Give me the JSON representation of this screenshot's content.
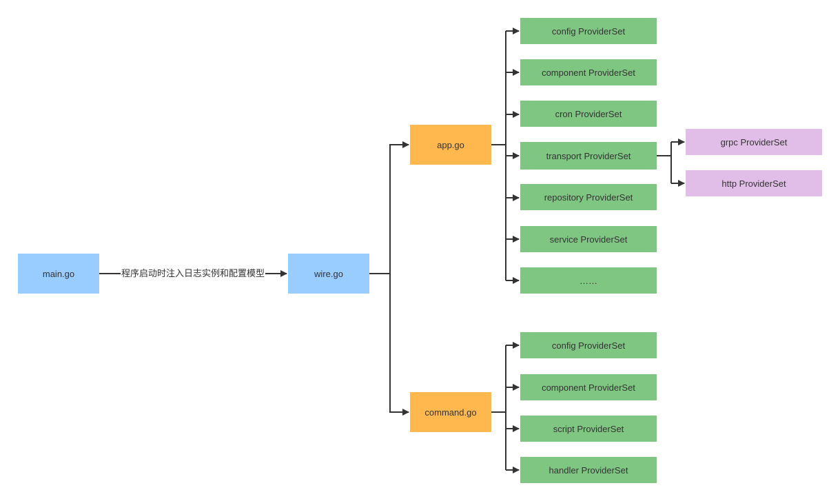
{
  "colors": {
    "blue": "#99ccff",
    "orange": "#ffb84d",
    "green": "#80c683",
    "purple": "#e1bee7",
    "line": "#333333"
  },
  "nodes": {
    "main": "main.go",
    "wire": "wire.go",
    "app": "app.go",
    "command": "command.go",
    "app_children": [
      "config ProviderSet",
      "component ProviderSet",
      "cron ProviderSet",
      "transport ProviderSet",
      "repository ProviderSet",
      "service ProviderSet",
      "……"
    ],
    "transport_children": [
      "grpc ProviderSet",
      "http ProviderSet"
    ],
    "command_children": [
      "config ProviderSet",
      "component ProviderSet",
      "script ProviderSet",
      "handler ProviderSet"
    ]
  },
  "edge_label": "程序启动时注入日志实例和配置模型"
}
